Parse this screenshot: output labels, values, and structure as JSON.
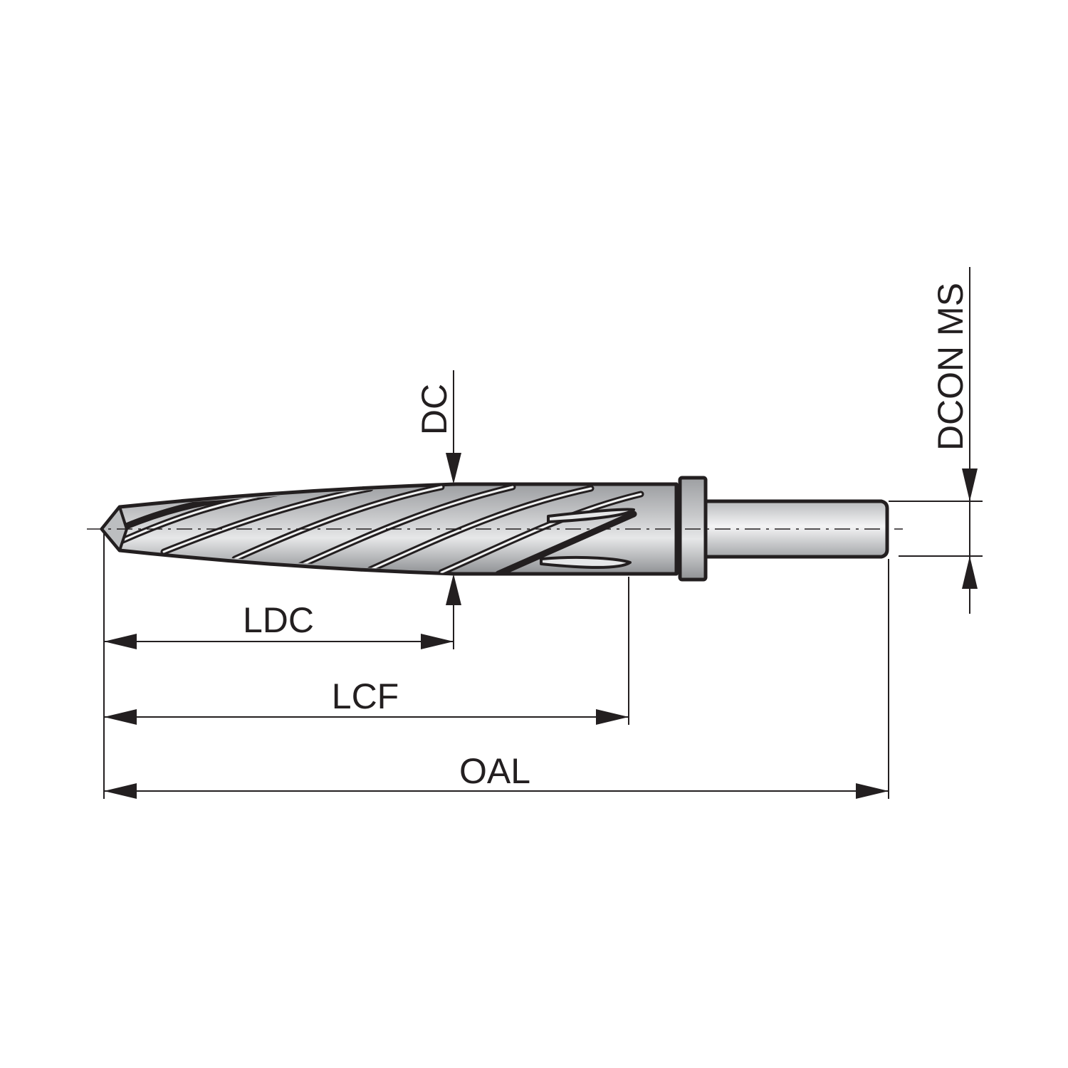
{
  "drawing": {
    "dimensions": {
      "dc": "DC",
      "dcon_ms": "DCON MS",
      "ldc": "LDC",
      "lcf": "LCF",
      "oal": "OAL"
    },
    "colors": {
      "line": "#231f20",
      "body_fill": "#a7a9ac",
      "shank_fill": "#d7d8d9",
      "flute_highlight": "#f1f2f2"
    }
  }
}
